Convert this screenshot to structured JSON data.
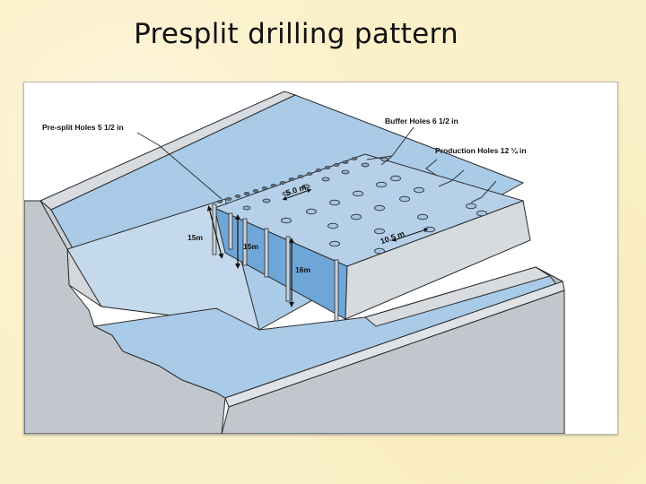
{
  "slide": {
    "title": "Presplit drilling pattern"
  },
  "diagram": {
    "labels": {
      "presplit_holes": "Pre-split Holes 5  1/2    in",
      "buffer_holes": "Buffer Holes 6 1/2 in",
      "production_holes": "Production Holes 12 ¼ in",
      "spacing_buffer": "5.0 m",
      "spacing_production": "10.5 m",
      "depth_presplit": "15m",
      "depth_buffer": "15m",
      "depth_production": "16m"
    },
    "colors": {
      "water": "#a9cbe8",
      "bench_top": "#c5d9ec",
      "rock_face": "#c9cdd3",
      "rock_dark": "#a9aeb5",
      "presplit_face": "#6fa6d8",
      "outline": "#2b2b2b"
    }
  }
}
